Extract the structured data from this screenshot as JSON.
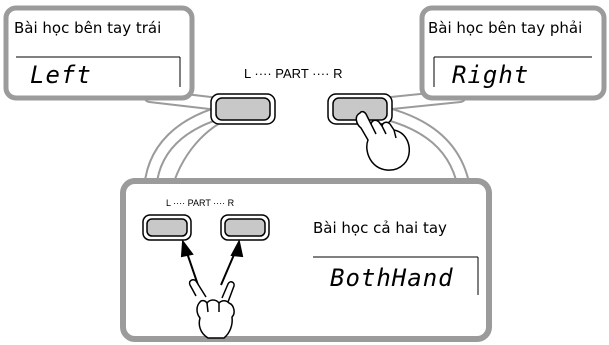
{
  "callouts": {
    "left_title": "Bài học bên tay trái",
    "right_title": "Bài học bên tay phải",
    "both_title": "Bài học cả hai tay"
  },
  "displays": {
    "left": "Left",
    "right": "Right",
    "both": "BothHand"
  },
  "part_labels": {
    "top": "L ···· PART ···· R",
    "bottom": "L ···· PART ···· R"
  },
  "icons": {
    "top_right_hand": "pointing-hand-icon",
    "bottom_hand": "two-finger-hand-icon"
  }
}
